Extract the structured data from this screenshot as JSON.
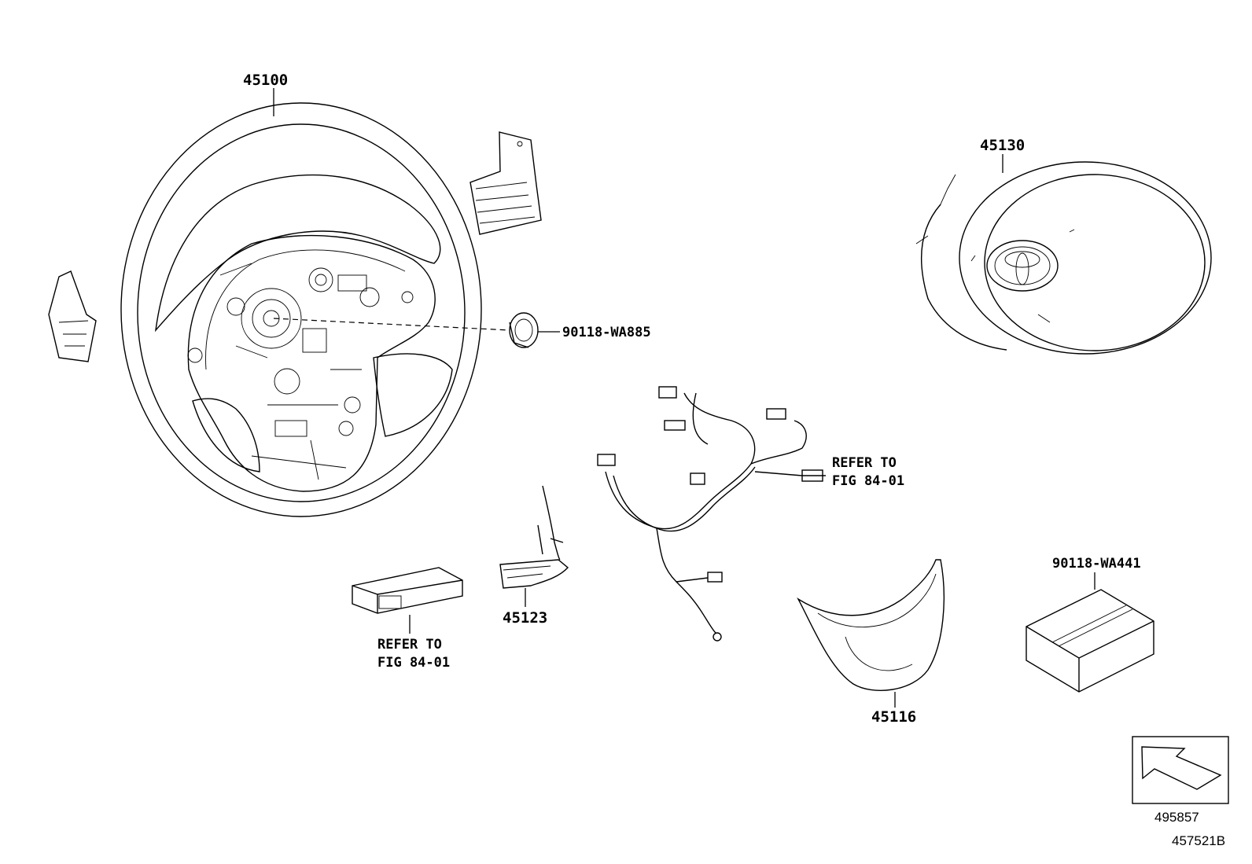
{
  "labels": {
    "steering_wheel": "45100",
    "airbag": "45130",
    "bolt": "90118-WA885",
    "kit_box": "90118-WA441",
    "spiral_cable": "45123",
    "lower_cover": "45116",
    "refer_right_line1": "REFER TO",
    "refer_right_line2": "FIG 84-01",
    "refer_left_line1": "REFER TO",
    "refer_left_line2": "FIG 84-01",
    "arrow_code": "495857",
    "figure_code": "457521B"
  }
}
